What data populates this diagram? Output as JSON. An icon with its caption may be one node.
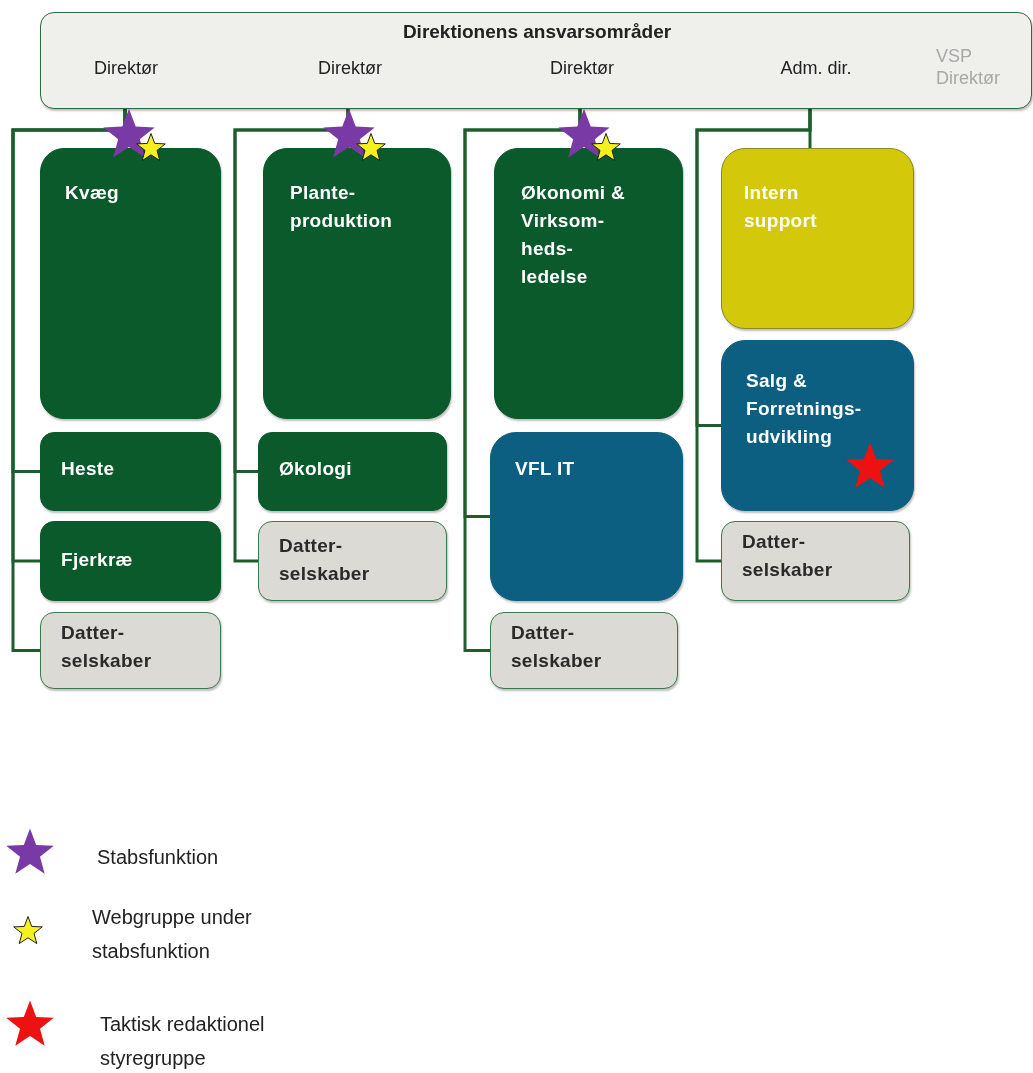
{
  "diagram": {
    "nodes": [
      {
        "text": [
          "Direktionens ansvarsområder",
          "Direktør",
          "Direktør",
          "Direktør",
          "Adm. dir.",
          "VSP Direktør"
        ]
      },
      {
        "text": [
          "Kvæg"
        ]
      },
      {
        "text": [
          "Heste"
        ]
      },
      {
        "text": [
          "Fjerkræ"
        ]
      },
      {
        "text": [
          "Datter- selskaber"
        ]
      },
      {
        "text": [
          "Plante- produktion"
        ]
      },
      {
        "text": [
          "Økologi"
        ]
      },
      {
        "text": [
          "Datter- selskaber"
        ]
      },
      {
        "text": [
          "Økonomi & Virksom- heds- ledelse"
        ]
      },
      {
        "text": [
          "VFL IT"
        ]
      },
      {
        "text": [
          "Datter- selskaber"
        ]
      },
      {
        "text": [
          "Intern support"
        ]
      },
      {
        "text": [
          "Salg & Forretnings- udvikling"
        ]
      },
      {
        "text": [
          "Datter- selskaber"
        ]
      }
    ],
    "edges": [
      {
        "from": 0,
        "to": 1,
        "arrow": "none"
      },
      {
        "from": 0,
        "to": 2,
        "arrow": "none"
      },
      {
        "from": 0,
        "to": 3,
        "arrow": "none"
      },
      {
        "from": 0,
        "to": 4,
        "arrow": "none"
      },
      {
        "from": 0,
        "to": 5,
        "arrow": "none"
      },
      {
        "from": 0,
        "to": 6,
        "arrow": "none"
      },
      {
        "from": 0,
        "to": 7,
        "arrow": "none"
      },
      {
        "from": 0,
        "to": 8,
        "arrow": "none"
      },
      {
        "from": 0,
        "to": 9,
        "arrow": "none"
      },
      {
        "from": 0,
        "to": 10,
        "arrow": "none"
      },
      {
        "from": 0,
        "to": 11,
        "arrow": "none"
      },
      {
        "from": 0,
        "to": 12,
        "arrow": "none"
      },
      {
        "from": 0,
        "to": 13,
        "arrow": "none"
      }
    ],
    "legend": [
      {
        "text": "Stabsfunktion"
      },
      {
        "text": "Webgruppe under stabsfunktion"
      },
      {
        "text": "Taktisk redaktionel styregruppe"
      }
    ]
  }
}
